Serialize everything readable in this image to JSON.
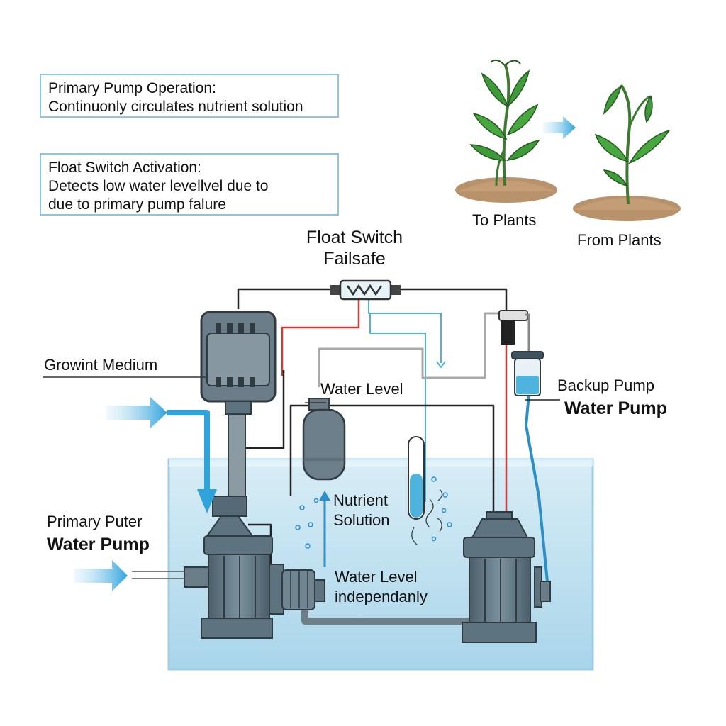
{
  "info_boxes": {
    "primary_pump": {
      "title": "Primary Pump Operation:",
      "text": "Continuonly circulates nutrient solution"
    },
    "float_switch": {
      "title": "Float Switch Activation:",
      "line1": "Detects low water levellvel due to",
      "line2": "due to primary pump falure"
    }
  },
  "labels": {
    "float_switch_failsafe": {
      "line1": "Float Switch",
      "line2": "Failsafe"
    },
    "to_plants": "To Plants",
    "from_plants": "From Plants",
    "growing_medium": "Growint Medium",
    "water_level_top": "Water Level",
    "backup_pump": {
      "line1": "Backup Pump",
      "line2": "Water Pump"
    },
    "primary_pump": {
      "line1": "Primary Puter",
      "line2": "Water Pump"
    },
    "nutrient_solution": {
      "line1": "Nutrient",
      "line2": "Solution"
    },
    "water_level_bottom": {
      "line1": "Water Level",
      "line2": "independanly"
    }
  },
  "colors": {
    "reservoir_fill": "#bfe0ef",
    "reservoir_edge": "#9ccde2",
    "pump_body": "#5d7380",
    "pump_dark": "#3f525d",
    "pump_light": "#7f96a3",
    "flow_arrow": "#2ea3dc",
    "wire_red": "#d23a36",
    "wire_blue": "#4fb3de",
    "wire_black": "#222222",
    "wire_gray": "#a9a9a9",
    "plant_green": "#3f9b3a",
    "soil": "#b8926b"
  }
}
